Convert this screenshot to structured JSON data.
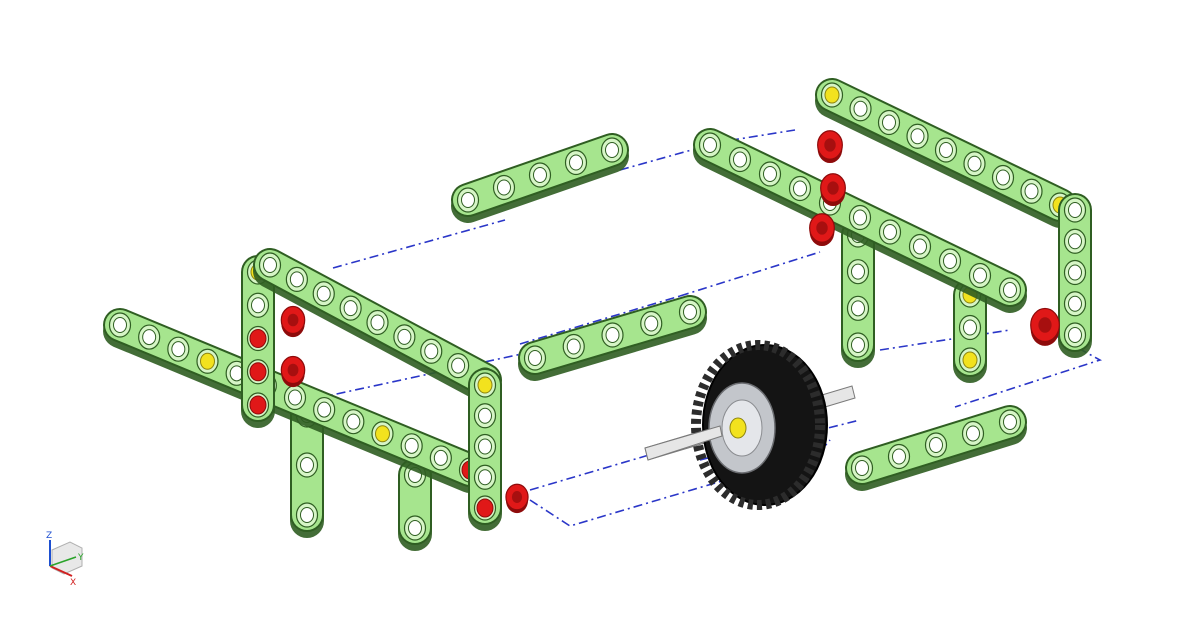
{
  "scene": {
    "background": "#ffffff",
    "colors": {
      "beam_fill": "#a6e58e",
      "beam_stroke": "#2f5e22",
      "hole_ring": "#d6f5c6",
      "pin_red": "#e01818",
      "pin_red_dark": "#8e0b0b",
      "pin_yellow": "#f2e21e",
      "tire": "#141414",
      "tire_tread": "#2c2c2c",
      "rim": "#c3c6cb",
      "axle": "#e6e6e6",
      "explode_line": "#2a36c8"
    },
    "view_triad": {
      "z_label": "Z",
      "y_label": "Y",
      "x_label": "X",
      "z_color": "#1d4fd1",
      "y_color": "#2aa32a",
      "x_color": "#d12020"
    }
  }
}
